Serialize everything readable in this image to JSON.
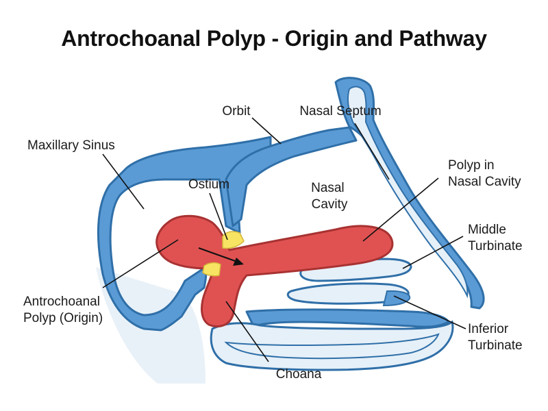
{
  "title": "Antrochoanal Polyp - Origin and Pathway",
  "labels": {
    "orbit": "Orbit",
    "nasal_septum": "Nasal Septum",
    "maxillary_sinus": "Maxillary Sinus",
    "ostium": "Ostium",
    "nasal_cavity": [
      "Nasal",
      "Cavity"
    ],
    "polyp_nasal_cavity": [
      "Polyp in",
      "Nasal Cavity"
    ],
    "middle_turbinate": [
      "Middle",
      "Turbinate"
    ],
    "antrochoanal_origin": [
      "Antrochoanal",
      "Polyp (Origin)"
    ],
    "inferior_turbinate": [
      "Inferior",
      "Turbinate"
    ],
    "choana": "Choana"
  },
  "colors": {
    "bone_blue": "#5b9bd5",
    "outline_blue": "#2f6fa8",
    "pale_blue": "#e6f0f8",
    "polyp_red": "#e05252",
    "polyp_outline": "#a83232",
    "ostium_yellow": "#f7e463",
    "leader_line": "#111111"
  }
}
